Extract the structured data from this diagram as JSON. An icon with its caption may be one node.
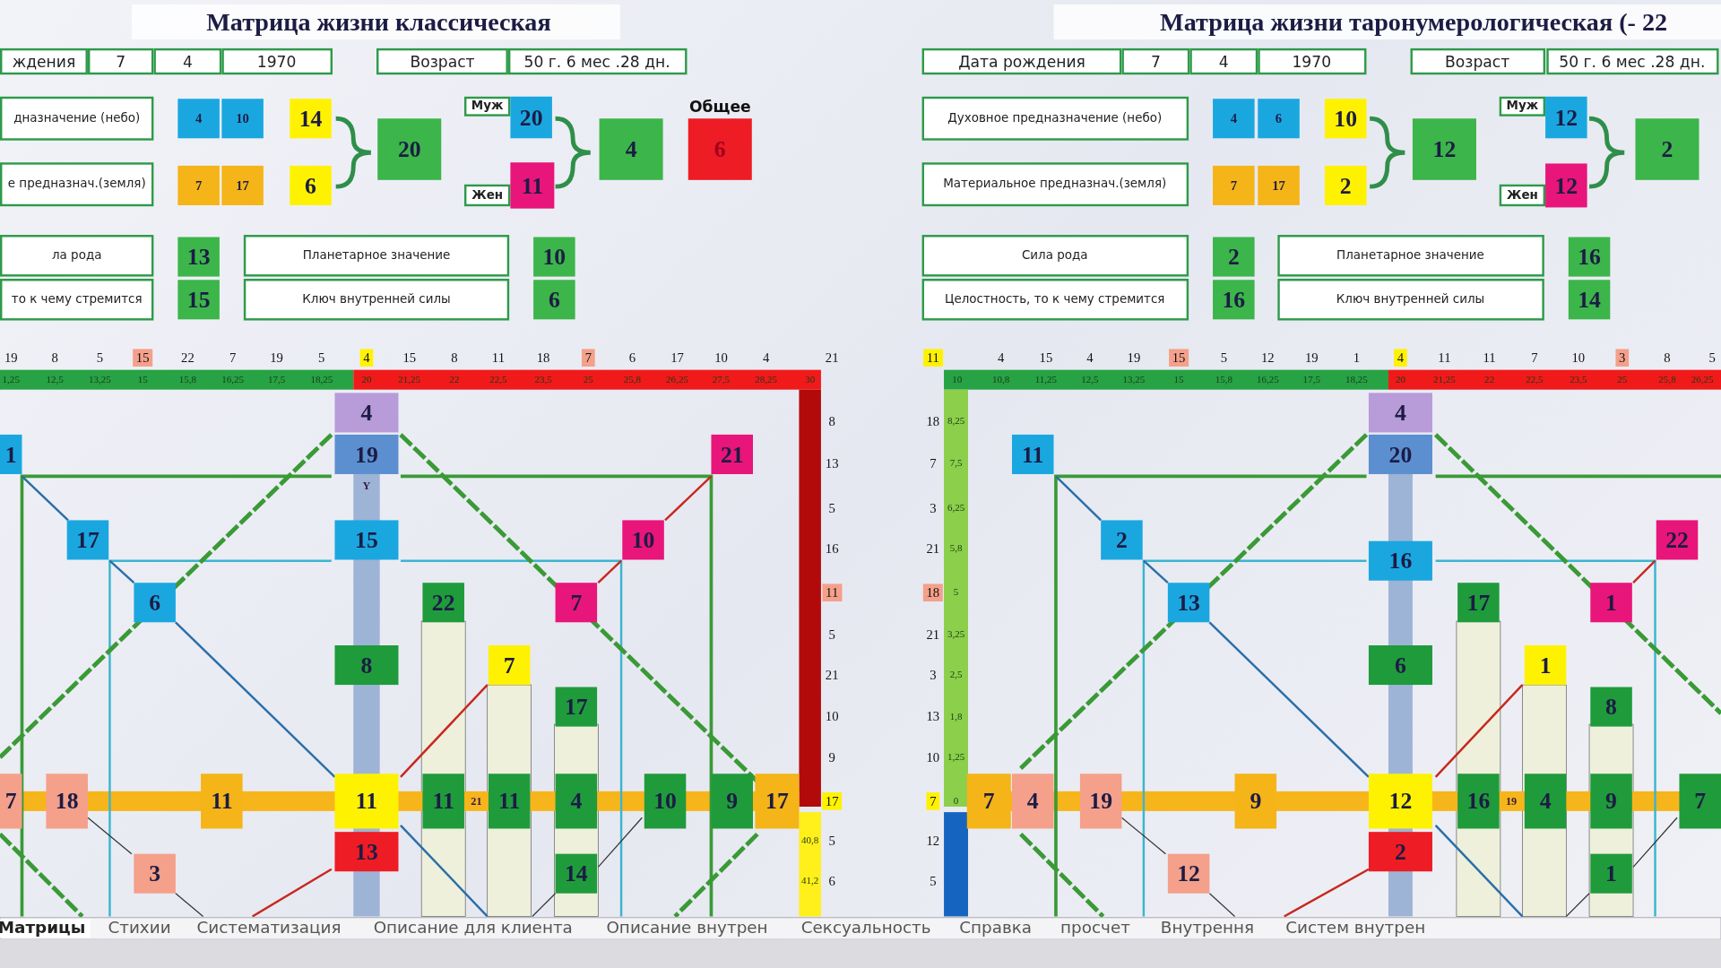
{
  "diagram": {
    "nodes": [
      {
        "text": [
          "ждения"
        ]
      },
      {
        "text": [
          "7"
        ]
      },
      {
        "text": [
          "4"
        ]
      },
      {
        "text": [
          "1970"
        ]
      },
      {
        "text": [
          "Возраст"
        ]
      },
      {
        "text": [
          "50 г. 6 мес .28 дн."
        ]
      },
      {
        "text": [
          "Дата рождения"
        ]
      },
      {
        "text": [
          "7"
        ]
      },
      {
        "text": [
          "4"
        ]
      },
      {
        "text": [
          "1970"
        ]
      },
      {
        "text": [
          "Возраст"
        ]
      },
      {
        "text": [
          "50 г. 6 мес .28 дн."
        ]
      },
      {
        "text": [
          "дназначение (небо)"
        ]
      },
      {
        "text": [
          "4"
        ]
      },
      {
        "text": [
          "10"
        ]
      },
      {
        "text": [
          "14"
        ]
      },
      {
        "text": [
          "20"
        ]
      },
      {
        "text": [
          "Муж"
        ]
      },
      {
        "text": [
          "20"
        ]
      },
      {
        "text": [
          "4"
        ]
      },
      {
        "text": [
          "Общее"
        ]
      },
      {
        "text": [
          "6"
        ]
      },
      {
        "text": [
          "е предназнач.(земля)"
        ]
      },
      {
        "text": [
          "7"
        ]
      },
      {
        "text": [
          "17"
        ]
      },
      {
        "text": [
          "6"
        ]
      },
      {
        "text": [
          "Жен"
        ]
      },
      {
        "text": [
          "11"
        ]
      },
      {
        "text": [
          "ла рода"
        ]
      },
      {
        "text": [
          "13"
        ]
      },
      {
        "text": [
          "Планетарное значение"
        ]
      },
      {
        "text": [
          "10"
        ]
      },
      {
        "text": [
          "то к чему стремится"
        ]
      },
      {
        "text": [
          "15"
        ]
      },
      {
        "text": [
          "Ключ внутренней силы"
        ]
      },
      {
        "text": [
          "6"
        ]
      },
      {
        "text": [
          "Духовное предназначение (небо)"
        ]
      },
      {
        "text": [
          "4"
        ]
      },
      {
        "text": [
          "6"
        ]
      },
      {
        "text": [
          "10"
        ]
      },
      {
        "text": [
          "12"
        ]
      },
      {
        "text": [
          "Муж"
        ]
      },
      {
        "text": [
          "12"
        ]
      },
      {
        "text": [
          "2"
        ]
      },
      {
        "text": [
          "Материальное предназнач.(земля)"
        ]
      },
      {
        "text": [
          "7"
        ]
      },
      {
        "text": [
          "17"
        ]
      },
      {
        "text": [
          "2"
        ]
      },
      {
        "text": [
          "Жен"
        ]
      },
      {
        "text": [
          "12"
        ]
      },
      {
        "text": [
          "Сила рода"
        ]
      },
      {
        "text": [
          "2"
        ]
      },
      {
        "text": [
          "Планетарное значение"
        ]
      },
      {
        "text": [
          "16"
        ]
      },
      {
        "text": [
          "Целостность, то к чему стремится"
        ]
      },
      {
        "text": [
          "16"
        ]
      },
      {
        "text": [
          "Ключ внутренней силы"
        ]
      },
      {
        "text": [
          "14"
        ]
      },
      {
        "text": [
          "4"
        ]
      },
      {
        "text": [
          "1"
        ]
      },
      {
        "text": [
          "19"
        ]
      },
      {
        "text": [
          "21"
        ]
      },
      {
        "text": [
          "Y"
        ]
      },
      {
        "text": [
          "17"
        ]
      },
      {
        "text": [
          "15"
        ]
      },
      {
        "text": [
          "10"
        ]
      },
      {
        "text": [
          "6"
        ]
      },
      {
        "text": [
          "22"
        ]
      },
      {
        "text": [
          "7"
        ]
      },
      {
        "text": [
          "8"
        ]
      },
      {
        "text": [
          "7"
        ]
      },
      {
        "text": [
          "17"
        ]
      },
      {
        "text": [
          "7"
        ]
      },
      {
        "text": [
          "18"
        ]
      },
      {
        "text": [
          "11"
        ]
      },
      {
        "text": [
          "11"
        ]
      },
      {
        "text": [
          "11"
        ]
      },
      {
        "text": [
          "21"
        ]
      },
      {
        "text": [
          "11"
        ]
      },
      {
        "text": [
          "4"
        ]
      },
      {
        "text": [
          "10"
        ]
      },
      {
        "text": [
          "9"
        ]
      },
      {
        "text": [
          "17"
        ]
      },
      {
        "text": [
          "13"
        ]
      },
      {
        "text": [
          "3"
        ]
      },
      {
        "text": [
          "14"
        ]
      },
      {
        "text": [
          "4"
        ]
      },
      {
        "text": [
          "11"
        ]
      },
      {
        "text": [
          "20"
        ]
      },
      {
        "text": [
          "2"
        ]
      },
      {
        "text": [
          "22"
        ]
      },
      {
        "text": [
          "16"
        ]
      },
      {
        "text": [
          "13"
        ]
      },
      {
        "text": [
          "17"
        ]
      },
      {
        "text": [
          "1"
        ]
      },
      {
        "text": [
          "6"
        ]
      },
      {
        "text": [
          "1"
        ]
      },
      {
        "text": [
          "8"
        ]
      },
      {
        "text": [
          "7"
        ]
      },
      {
        "text": [
          "4"
        ]
      },
      {
        "text": [
          "19"
        ]
      },
      {
        "text": [
          "9"
        ]
      },
      {
        "text": [
          "12"
        ]
      },
      {
        "text": [
          "16"
        ]
      },
      {
        "text": [
          "19"
        ]
      },
      {
        "text": [
          "4"
        ]
      },
      {
        "text": [
          "9"
        ]
      },
      {
        "text": [
          "7"
        ]
      },
      {
        "text": [
          "2"
        ]
      },
      {
        "text": [
          "12"
        ]
      },
      {
        "text": [
          "1"
        ]
      }
    ],
    "labels": [
      "Матрица жизни классическая",
      "Матрица жизни таронумерологическая  (- 22",
      "19",
      "8",
      "5",
      "15",
      "22",
      "7",
      "19",
      "5",
      "4",
      "15",
      "8",
      "11",
      "18",
      "7",
      "6",
      "17",
      "10",
      "4",
      "21",
      "1,25",
      "12,5",
      "13,25",
      "15",
      "15,8",
      "16,25",
      "17,5",
      "18,25",
      "20",
      "21,25",
      "22",
      "22,5",
      "23,5",
      "25",
      "25,8",
      "26,25",
      "27,5",
      "28,25",
      "30",
      "8",
      "13",
      "5",
      "16",
      "11",
      "5",
      "21",
      "10",
      "9",
      "17",
      "5",
      "6",
      "40,8",
      "41,2",
      "11",
      "4",
      "15",
      "4",
      "19",
      "15",
      "5",
      "12",
      "19",
      "1",
      "4",
      "11",
      "11",
      "7",
      "10",
      "3",
      "8",
      "5",
      "10",
      "10,8",
      "11,25",
      "12,5",
      "13,25",
      "15",
      "15,8",
      "16,25",
      "17,5",
      "18,25",
      "20",
      "21,25",
      "22",
      "22,5",
      "23,5",
      "25",
      "25,8",
      "26,25",
      "18",
      "7",
      "3",
      "21",
      "18",
      "21",
      "3",
      "13",
      "10",
      "7",
      "12",
      "5",
      "8,25",
      "7,5",
      "6,25",
      "5,8",
      "5",
      "3,25",
      "2,5",
      "1,8",
      "1,25",
      "0",
      "Матрицы",
      "Стихии",
      "Систематизация",
      "Описание для клиента",
      "Описание внутрен",
      "Сексуальность",
      "Справка",
      "просчет",
      "Внутрення",
      "Систем внутрен"
    ]
  }
}
